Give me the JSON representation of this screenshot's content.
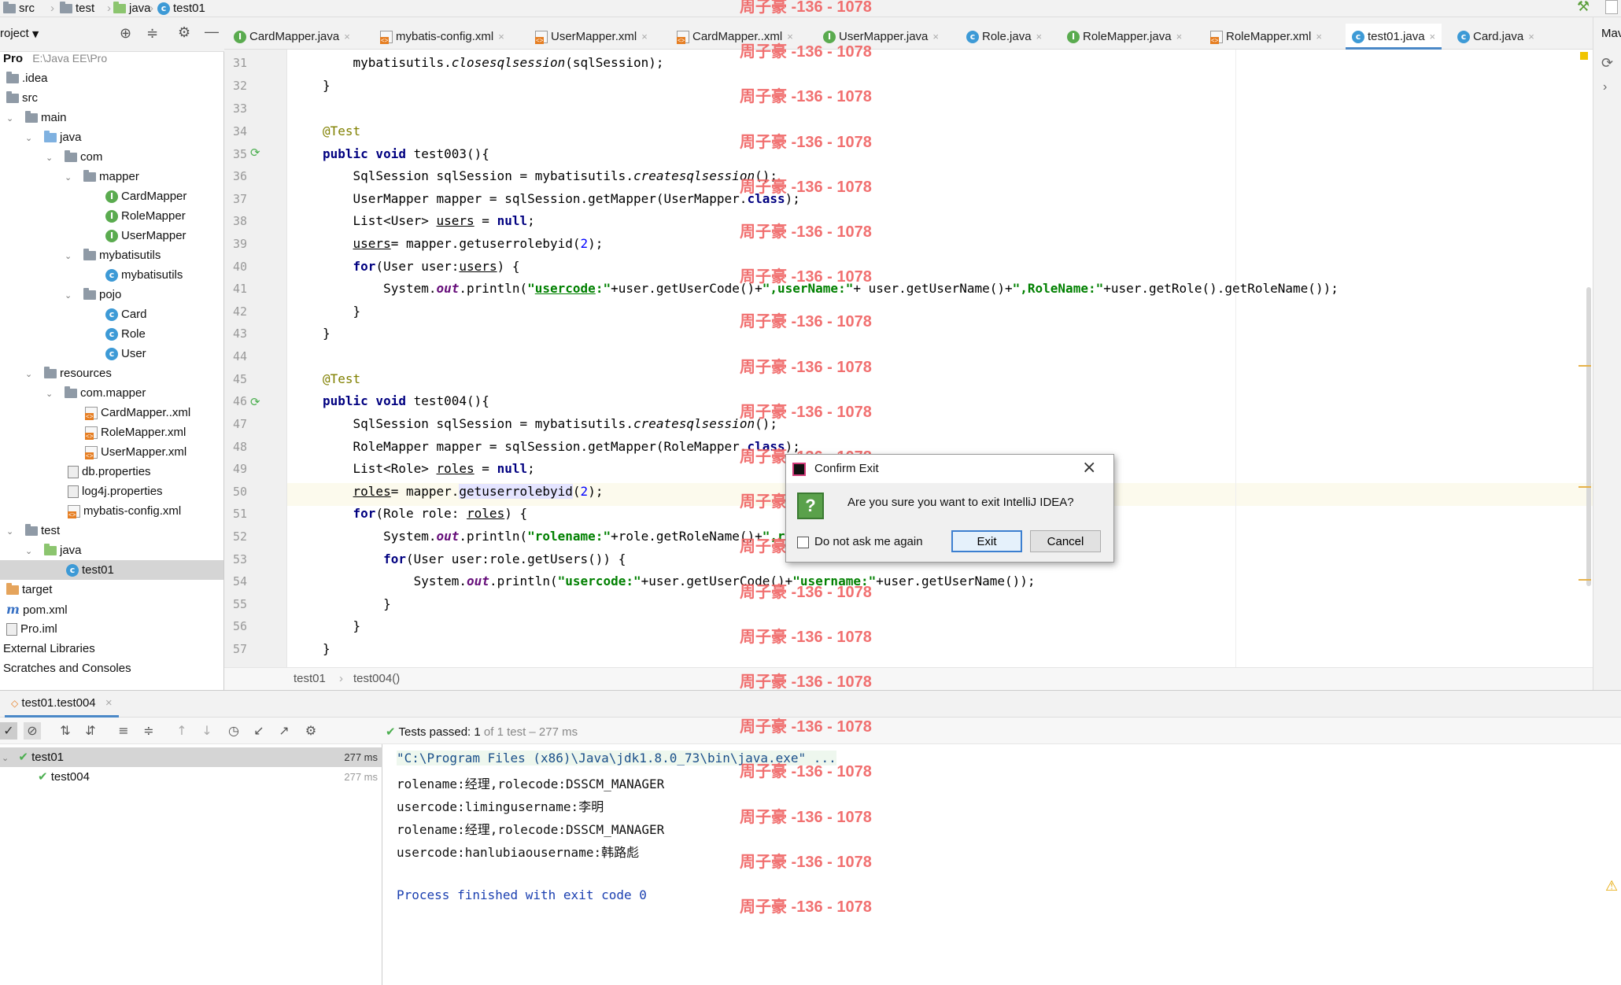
{
  "breadcrumb": {
    "items": [
      "src",
      "test",
      "java",
      "test01"
    ]
  },
  "watermark": "周子豪 -136 - 1078",
  "project_panel": {
    "header": "roject",
    "root_name": "Pro",
    "root_path": "E:\\Java EE\\Pro",
    "tree": [
      {
        "label": "Pro",
        "kind": "root"
      },
      {
        "label": ".idea",
        "kind": "folder"
      },
      {
        "label": "src",
        "kind": "folder"
      },
      {
        "label": "main",
        "kind": "folder"
      },
      {
        "label": "java",
        "kind": "folder-blue"
      },
      {
        "label": "com",
        "kind": "folder"
      },
      {
        "label": "mapper",
        "kind": "folder"
      },
      {
        "label": "CardMapper",
        "kind": "interface"
      },
      {
        "label": "RoleMapper",
        "kind": "interface"
      },
      {
        "label": "UserMapper",
        "kind": "interface"
      },
      {
        "label": "mybatisutils",
        "kind": "folder"
      },
      {
        "label": "mybatisutils",
        "kind": "class"
      },
      {
        "label": "pojo",
        "kind": "folder"
      },
      {
        "label": "Card",
        "kind": "class"
      },
      {
        "label": "Role",
        "kind": "class"
      },
      {
        "label": "User",
        "kind": "class"
      },
      {
        "label": "resources",
        "kind": "folder"
      },
      {
        "label": "com.mapper",
        "kind": "folder"
      },
      {
        "label": "CardMapper..xml",
        "kind": "xml"
      },
      {
        "label": "RoleMapper.xml",
        "kind": "xml"
      },
      {
        "label": "UserMapper.xml",
        "kind": "xml"
      },
      {
        "label": "db.properties",
        "kind": "prop"
      },
      {
        "label": "log4j.properties",
        "kind": "prop"
      },
      {
        "label": "mybatis-config.xml",
        "kind": "xml"
      },
      {
        "label": "test",
        "kind": "folder"
      },
      {
        "label": "java",
        "kind": "folder-green"
      },
      {
        "label": "test01",
        "kind": "class"
      },
      {
        "label": "target",
        "kind": "folder-orange"
      },
      {
        "label": "pom.xml",
        "kind": "maven"
      },
      {
        "label": "Pro.iml",
        "kind": "iml"
      },
      {
        "label": "External Libraries",
        "kind": "lib"
      },
      {
        "label": "Scratches and Consoles",
        "kind": "scratch"
      }
    ]
  },
  "tabs": [
    {
      "label": "CardMapper.java"
    },
    {
      "label": "mybatis-config.xml"
    },
    {
      "label": "UserMapper.xml"
    },
    {
      "label": "CardMapper..xml"
    },
    {
      "label": "UserMapper.java"
    },
    {
      "label": "Role.java"
    },
    {
      "label": "RoleMapper.java"
    },
    {
      "label": "RoleMapper.xml"
    },
    {
      "label": "test01.java"
    },
    {
      "label": "Card.java"
    }
  ],
  "right_panel_label": "Mav",
  "editor": {
    "line_numbers": [
      "31",
      "32",
      "33",
      "34",
      "35",
      "36",
      "37",
      "38",
      "39",
      "40",
      "41",
      "42",
      "43",
      "44",
      "45",
      "46",
      "47",
      "48",
      "49",
      "50",
      "51",
      "52",
      "53",
      "54",
      "55",
      "56",
      "57"
    ],
    "breadcrumb": [
      "test01",
      "test004()"
    ]
  },
  "dialog": {
    "title": "Confirm Exit",
    "message": "Are you sure you want to exit IntelliJ IDEA?",
    "checkbox_label": "Do not ask me again",
    "exit_label": "Exit",
    "cancel_label": "Cancel"
  },
  "run_panel": {
    "tab_label": "test01.test004",
    "status_passed": "Tests passed: 1",
    "status_rest": "of 1 test – 277 ms",
    "tree": [
      {
        "label": "test01",
        "time": "277 ms"
      },
      {
        "label": "test004",
        "time": "277 ms"
      }
    ],
    "console": [
      "\"C:\\Program Files (x86)\\Java\\jdk1.8.0_73\\bin\\java.exe\" ...",
      "rolename:经理,rolecode:DSSCM_MANAGER",
      "usercode:limingusername:李明",
      "rolename:经理,rolecode:DSSCM_MANAGER",
      "usercode:hanlubiaousername:韩路彪",
      "",
      "Process finished with exit code 0"
    ]
  }
}
